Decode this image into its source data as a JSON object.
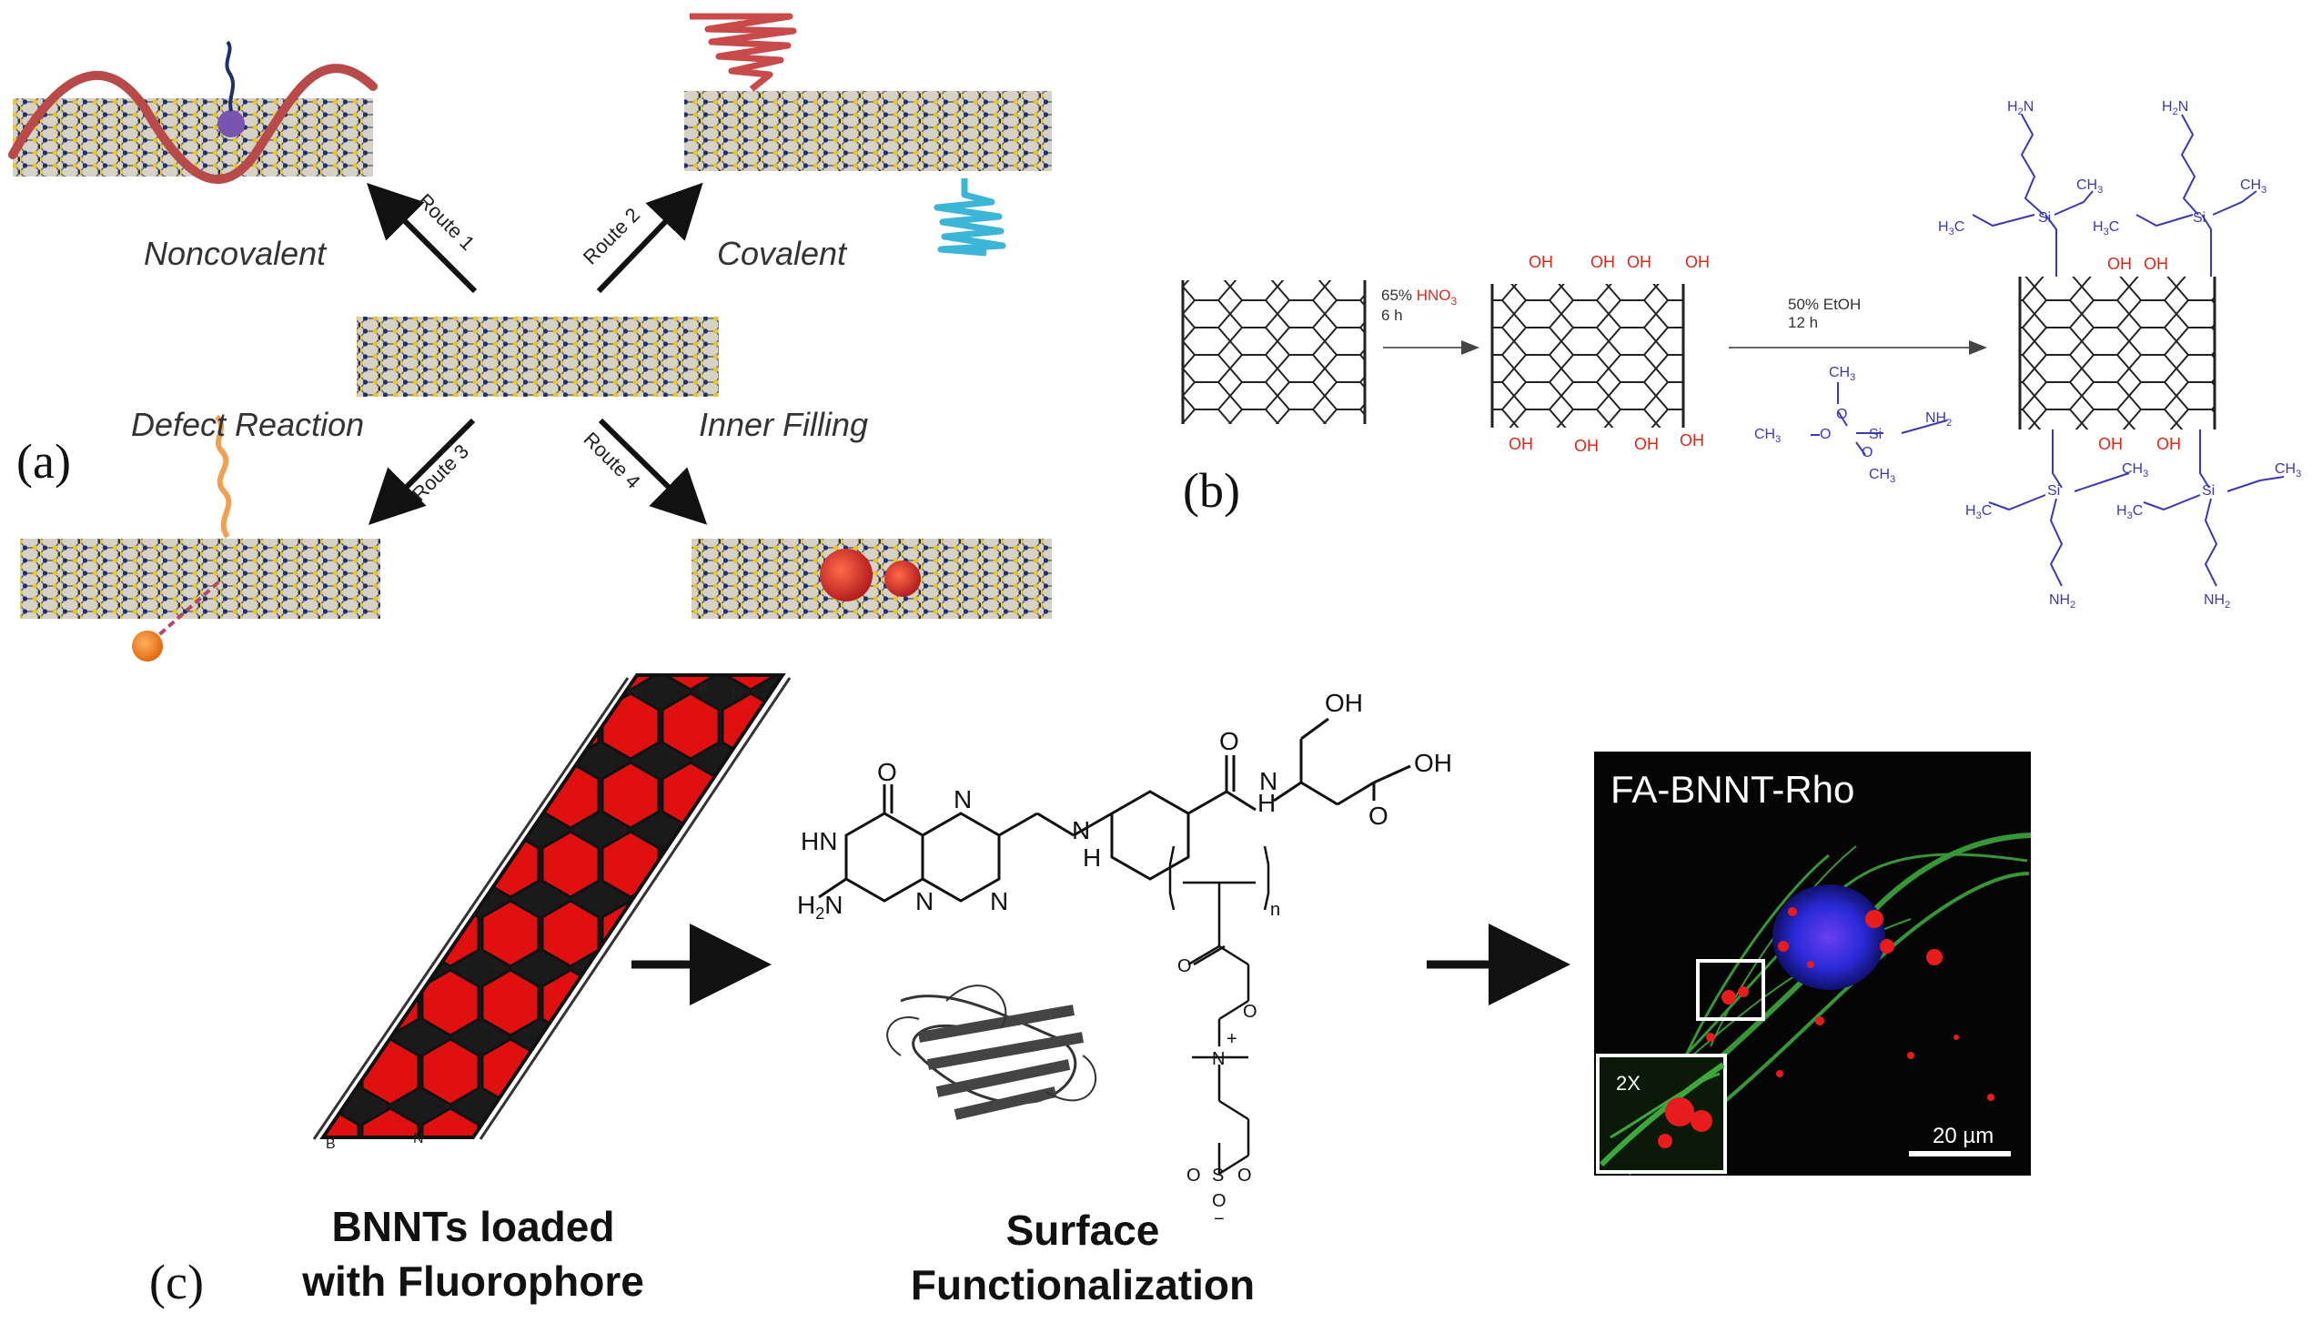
{
  "panel_a": {
    "letter": "(a)",
    "routes": [
      {
        "label": "Route 1",
        "type": "Noncovalent"
      },
      {
        "label": "Route 2",
        "type": "Covalent"
      },
      {
        "label": "Route 3",
        "type": "Defect Reaction"
      },
      {
        "label": "Route 4",
        "type": "Inner Filling"
      }
    ],
    "colors": {
      "boron": "#e6c62a",
      "nitrogen": "#1f2f6b",
      "polymer": "#b84a4a",
      "cyan": "#3bb6d6",
      "orange": "#f08a24",
      "purple": "#7a55b0"
    }
  },
  "panel_b": {
    "letter": "(b)",
    "step1": {
      "reagent_prefix": "65% ",
      "reagent_hl": "HNO",
      "reagent_sub": "3",
      "time": "6 h"
    },
    "step2": {
      "reagent": "50% EtOH",
      "time": "12 h"
    },
    "hydroxyl": "OH",
    "silane": {
      "ch3": "CH",
      "three": "3",
      "si": "Si",
      "o": "O",
      "nh2": "NH",
      "two": "2",
      "h3c": "H",
      "h2n": "H",
      "n": "N",
      "c": "C"
    },
    "colors": {
      "hydroxyl": "#d42b1e",
      "silane": "#3a3ab0"
    }
  },
  "panel_c": {
    "letter": "(c)",
    "caption_left": [
      "BNNTs loaded",
      "with Fluorophore"
    ],
    "caption_mid": [
      "Surface",
      "Functionalization"
    ],
    "micrograph_title": "FA-BNNT-Rho",
    "inset_label": "2X",
    "scale_bar": "20 µm",
    "tube_atoms": {
      "b": "B",
      "n": "N"
    },
    "folate": {
      "o": "O",
      "oh": "OH",
      "h": "H",
      "hn": "HN",
      "h2n": "H",
      "two": "2",
      "n": "N"
    },
    "polymer": {
      "n_sub": "n",
      "o": "O",
      "plus": "+",
      "n": "N",
      "s": "S",
      "minus": "−"
    },
    "colors": {
      "tube": "#e01010",
      "green": "#3da63d",
      "blue": "#2a2ad8",
      "red": "#e81c1c"
    }
  }
}
